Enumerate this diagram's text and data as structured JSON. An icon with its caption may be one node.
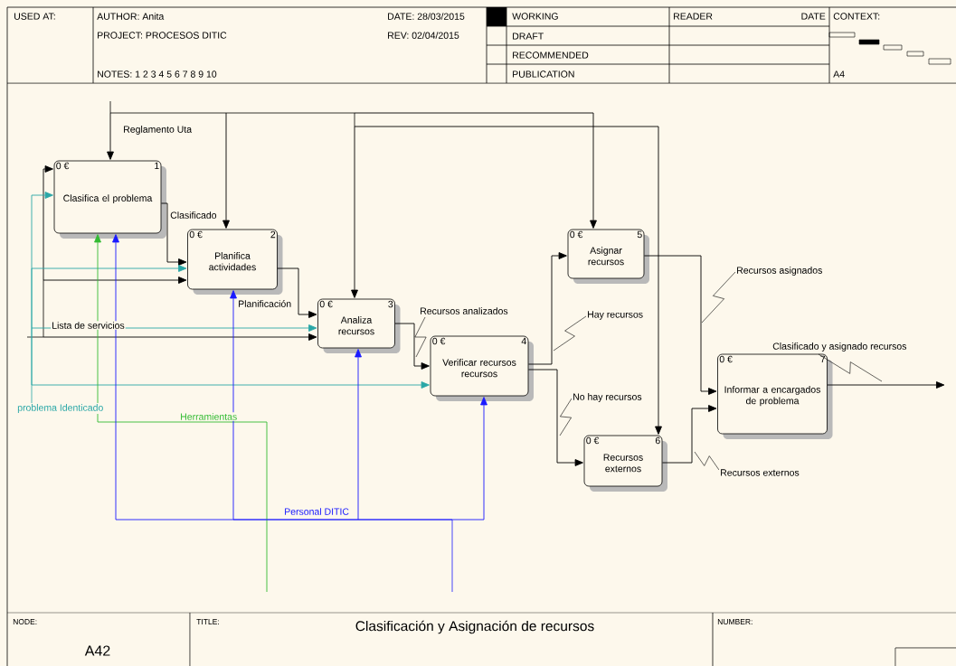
{
  "diagram": {
    "title": "Clasificación y Asignación de recursos",
    "nodes": [
      {
        "text": [
          "0 €",
          "1",
          "Clasifica el problema"
        ]
      },
      {
        "text": [
          "0 €",
          "2",
          "Planifica actividades"
        ]
      },
      {
        "text": [
          "0 €",
          "3",
          "Analiza recursos"
        ]
      },
      {
        "text": [
          "0 €",
          "4",
          "Verificar recursos recursos"
        ]
      },
      {
        "text": [
          "0 €",
          "5",
          "Asignar recursos"
        ]
      },
      {
        "text": [
          "0 €",
          "6",
          "Recursos externos"
        ]
      },
      {
        "text": [
          "0 €",
          "7",
          "Informar a encargados de problema"
        ]
      }
    ],
    "edges": [
      {
        "from": 0,
        "to": 1,
        "arrow": "to",
        "label": "Clasificado"
      },
      {
        "from": 1,
        "to": 2,
        "arrow": "to",
        "label": "Planificación"
      },
      {
        "from": 2,
        "to": 3,
        "arrow": "to",
        "label": "Recursos analizados"
      },
      {
        "from": 3,
        "to": 4,
        "arrow": "to",
        "label": "Hay recursos"
      },
      {
        "from": 3,
        "to": 5,
        "arrow": "to",
        "label": "No hay recursos"
      },
      {
        "from": 4,
        "to": 6,
        "arrow": "to",
        "label": "Recursos asignados"
      },
      {
        "from": 5,
        "to": 6,
        "arrow": "to",
        "label": "Recursos externos"
      },
      {
        "from": 6,
        "to": null,
        "arrow": "to",
        "label": "Clasificado y asignado recursos"
      },
      {
        "from": null,
        "to": 0,
        "arrow": "to",
        "label": "Reglamento Uta"
      },
      {
        "from": null,
        "to": 1,
        "arrow": "to"
      },
      {
        "from": null,
        "to": 2,
        "arrow": "to"
      },
      {
        "from": null,
        "to": 4,
        "arrow": "to"
      },
      {
        "from": null,
        "to": 5,
        "arrow": "to"
      },
      {
        "from": null,
        "to": 0,
        "arrow": "to",
        "label": "Lista de servicios"
      },
      {
        "from": null,
        "to": 1,
        "arrow": "to"
      },
      {
        "from": null,
        "to": 2,
        "arrow": "to"
      },
      {
        "from": null,
        "to": 0,
        "arrow": "to",
        "label": "problema Identicado",
        "color": "#2aa7a7"
      },
      {
        "from": null,
        "to": 1,
        "arrow": "to",
        "color": "#2aa7a7"
      },
      {
        "from": null,
        "to": 2,
        "arrow": "to",
        "color": "#2aa7a7"
      },
      {
        "from": null,
        "to": 3,
        "arrow": "to",
        "color": "#2aa7a7"
      },
      {
        "from": null,
        "to": 0,
        "arrow": "to",
        "label": "Herramientas",
        "color": "#33bb33"
      },
      {
        "from": null,
        "to": 0,
        "arrow": "to",
        "label": "Personal DITIC",
        "color": "#1a1aff"
      },
      {
        "from": null,
        "to": 1,
        "arrow": "to",
        "color": "#1a1aff"
      },
      {
        "from": null,
        "to": 2,
        "arrow": "to",
        "color": "#1a1aff"
      },
      {
        "from": null,
        "to": 3,
        "arrow": "to",
        "color": "#1a1aff"
      }
    ],
    "labels": [
      "USED AT:",
      "AUTHOR: Anita",
      "DATE: 28/03/2015",
      "WORKING",
      "READER",
      "DATE",
      "CONTEXT:",
      "PROJECT: PROCESOS DITIC",
      "REV: 02/04/2015",
      "DRAFT",
      "RECOMMENDED",
      "NOTES: 1 2 3 4 5 6 7 8 9 10",
      "PUBLICATION",
      "A4",
      "NODE:",
      "TITLE:",
      "NUMBER:",
      "A42"
    ]
  }
}
